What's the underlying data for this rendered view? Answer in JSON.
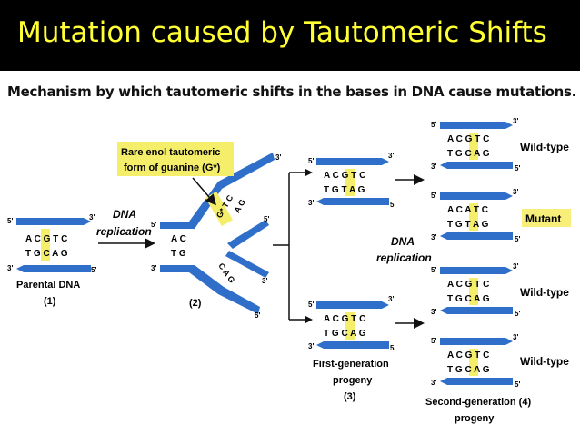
{
  "title": "Mutation caused by Tautomeric Shifts",
  "subtitle": "Mechanism by which tautomeric shifts in the bases in DNA cause mutations.",
  "callout": {
    "line1": "Rare enol tautomeric",
    "line2": "form of guanine (G*)"
  },
  "labels": {
    "dna_replication_1": {
      "line1": "DNA",
      "line2": "replication"
    },
    "dna_replication_2": {
      "line1": "DNA",
      "line2": "replication"
    },
    "parental": "Parental DNA",
    "step1": "(1)",
    "step2": "(2)",
    "first_gen": {
      "line1": "First-generation",
      "line2": "progeny",
      "line3": "(3)"
    },
    "second_gen": {
      "line1": "Second-generation (4)",
      "line2": "progeny"
    },
    "prime5": "5'",
    "prime3": "3'"
  },
  "outcomes": [
    {
      "label": "Wild-type",
      "top": "A C G T C",
      "bottom": "T G C A G"
    },
    {
      "label": "Mutant",
      "top": "A C A T C",
      "bottom": "T G T A G"
    },
    {
      "label": "Wild-type",
      "top": "A C G T C",
      "bottom": "T G C A G"
    },
    {
      "label": "Wild-type",
      "top": "A C G T C",
      "bottom": "T G C A G"
    }
  ],
  "parental_seq": {
    "top": "A C G T C",
    "bottom": "T G C A G"
  },
  "first_gen_seqs": [
    {
      "top": "A C G T C",
      "bottom": "T G T A G"
    },
    {
      "top": "A C G T C",
      "bottom": "T G C A G"
    }
  ],
  "fork": {
    "top_left": "A C",
    "bottom_left": "T G",
    "upper_branch": "G* T C",
    "upper_branch_lower": "A G",
    "lower_branch": "C A G"
  },
  "colors": {
    "strand": "#2f6fc9",
    "highlight": "#f5ee6a",
    "title_text": "#ffff33",
    "title_bg": "#000000",
    "mutant_bg": "#f7ef7a"
  }
}
